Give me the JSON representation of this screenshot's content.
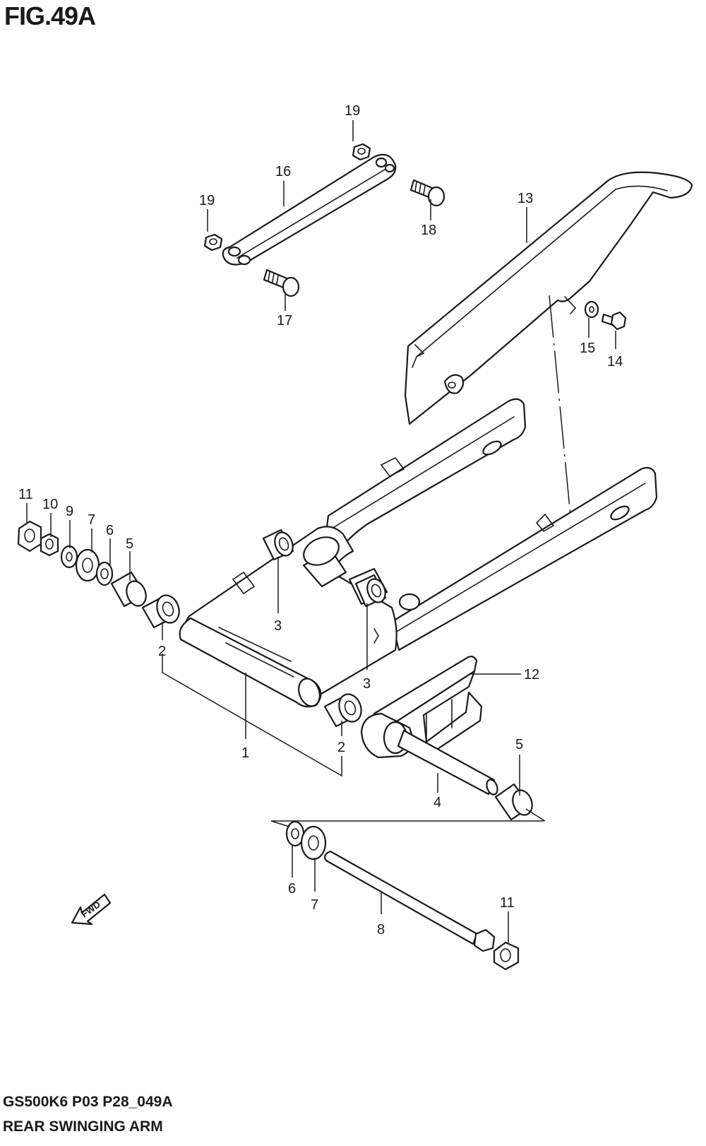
{
  "figure": {
    "title": "FIG.49A",
    "code": "GS500K6 P03 P28_049A",
    "name": "REAR SWINGING ARM",
    "fwd_label": "FWD"
  },
  "callouts": [
    {
      "id": "c19a",
      "label": "19"
    },
    {
      "id": "c16",
      "label": "16"
    },
    {
      "id": "c19b",
      "label": "19"
    },
    {
      "id": "c18",
      "label": "18"
    },
    {
      "id": "c13",
      "label": "13"
    },
    {
      "id": "c17",
      "label": "17"
    },
    {
      "id": "c15",
      "label": "15"
    },
    {
      "id": "c14",
      "label": "14"
    },
    {
      "id": "c11a",
      "label": "11"
    },
    {
      "id": "c10",
      "label": "10"
    },
    {
      "id": "c9",
      "label": "9"
    },
    {
      "id": "c7a",
      "label": "7"
    },
    {
      "id": "c6a",
      "label": "6"
    },
    {
      "id": "c5a",
      "label": "5"
    },
    {
      "id": "c3a",
      "label": "3"
    },
    {
      "id": "c2a",
      "label": "2"
    },
    {
      "id": "c3b",
      "label": "3"
    },
    {
      "id": "c12",
      "label": "12"
    },
    {
      "id": "c1",
      "label": "1"
    },
    {
      "id": "c2b",
      "label": "2"
    },
    {
      "id": "c5b",
      "label": "5"
    },
    {
      "id": "c4",
      "label": "4"
    },
    {
      "id": "c6b",
      "label": "6"
    },
    {
      "id": "c7b",
      "label": "7"
    },
    {
      "id": "c11b",
      "label": "11"
    },
    {
      "id": "c8",
      "label": "8"
    }
  ]
}
